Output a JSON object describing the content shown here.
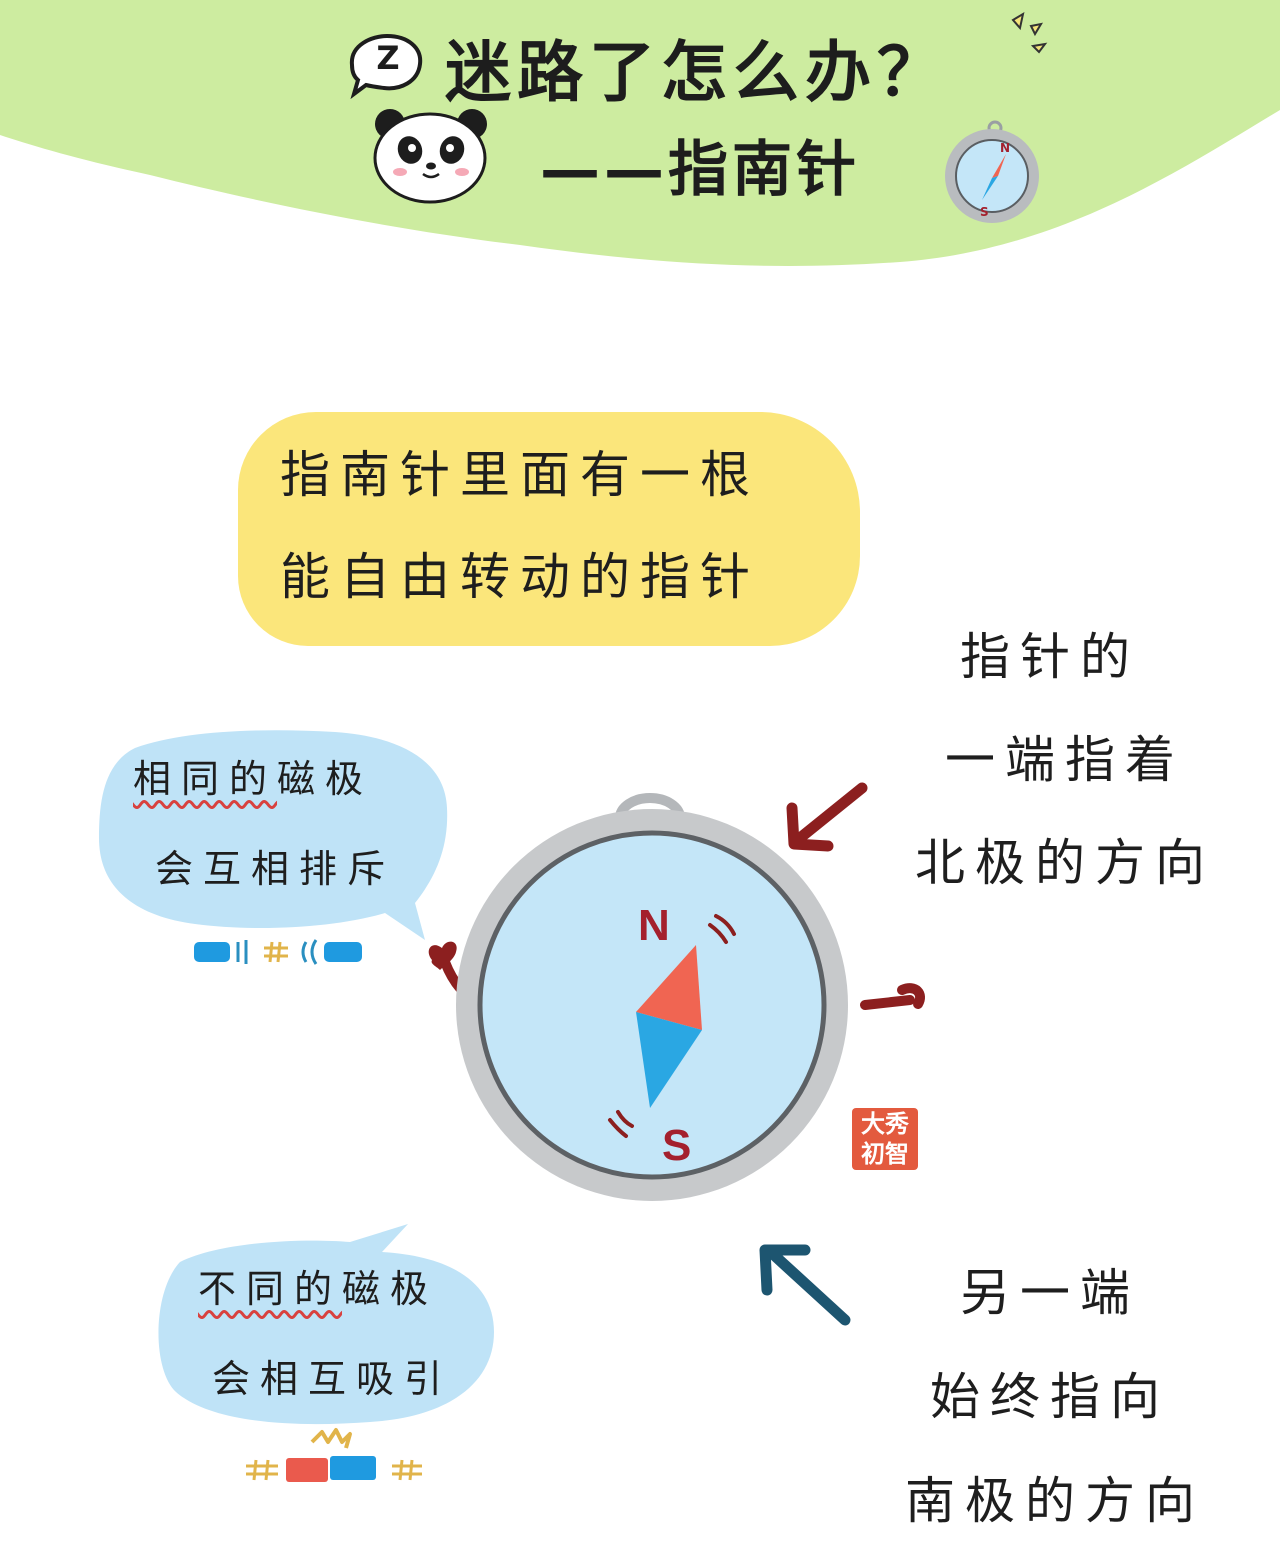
{
  "header": {
    "title": "迷路了怎么办？",
    "subtitle": "——指南针",
    "badge_letter": "Z"
  },
  "intro": {
    "line1": "指南针里面有一根",
    "line2": "能自由转动的指针"
  },
  "north_note": {
    "line1": "指针的",
    "line2": "一端指着",
    "line3": "北极的方向"
  },
  "south_note": {
    "line1": "另一端",
    "line2": "始终指向",
    "line3": "南极的方向"
  },
  "repel_bubble": {
    "highlight": "相同的",
    "rest": "磁极",
    "line2": "会互相排斥"
  },
  "attract_bubble": {
    "highlight": "不同的",
    "rest": "磁极",
    "line2": "会相互吸引"
  },
  "compass": {
    "north_label": "N",
    "south_label": "S"
  },
  "small_compass": {
    "north_label": "N",
    "south_label": "S"
  },
  "seal": {
    "text": "大秀初智"
  },
  "colors": {
    "header_green": "#cdeca0",
    "yellow": "#fbe67b",
    "bubble_blue": "#bfe3f7",
    "dial_blue": "#c4e6f8",
    "ring_gray": "#c7c9cb",
    "needle_red": "#f06552",
    "needle_blue": "#2aa7e3",
    "arrow_darkred": "#8c1f1f",
    "arrow_teal": "#1d5570",
    "magnet_blue": "#1f9ae0",
    "magnet_red": "#ea5a4d"
  }
}
